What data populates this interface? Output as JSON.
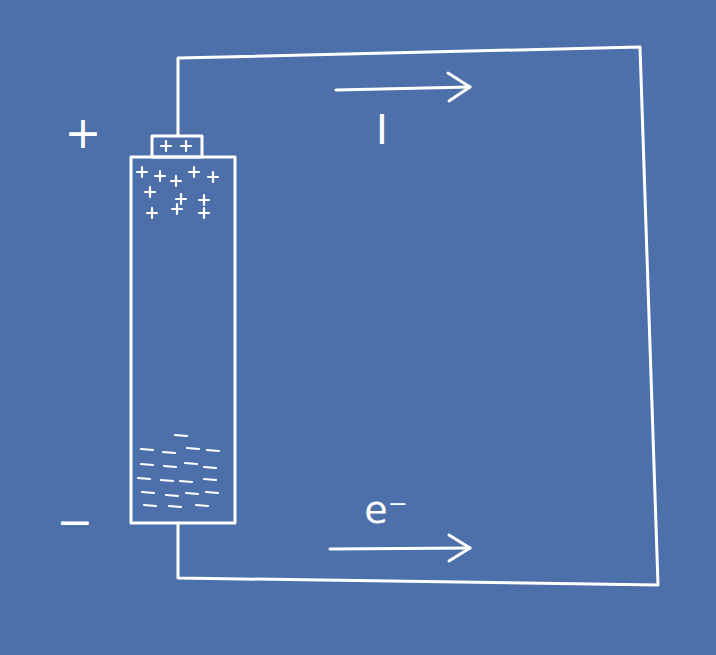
{
  "diagram": {
    "labels": [
      "+",
      "−",
      "I",
      "e⁻"
    ]
  }
}
